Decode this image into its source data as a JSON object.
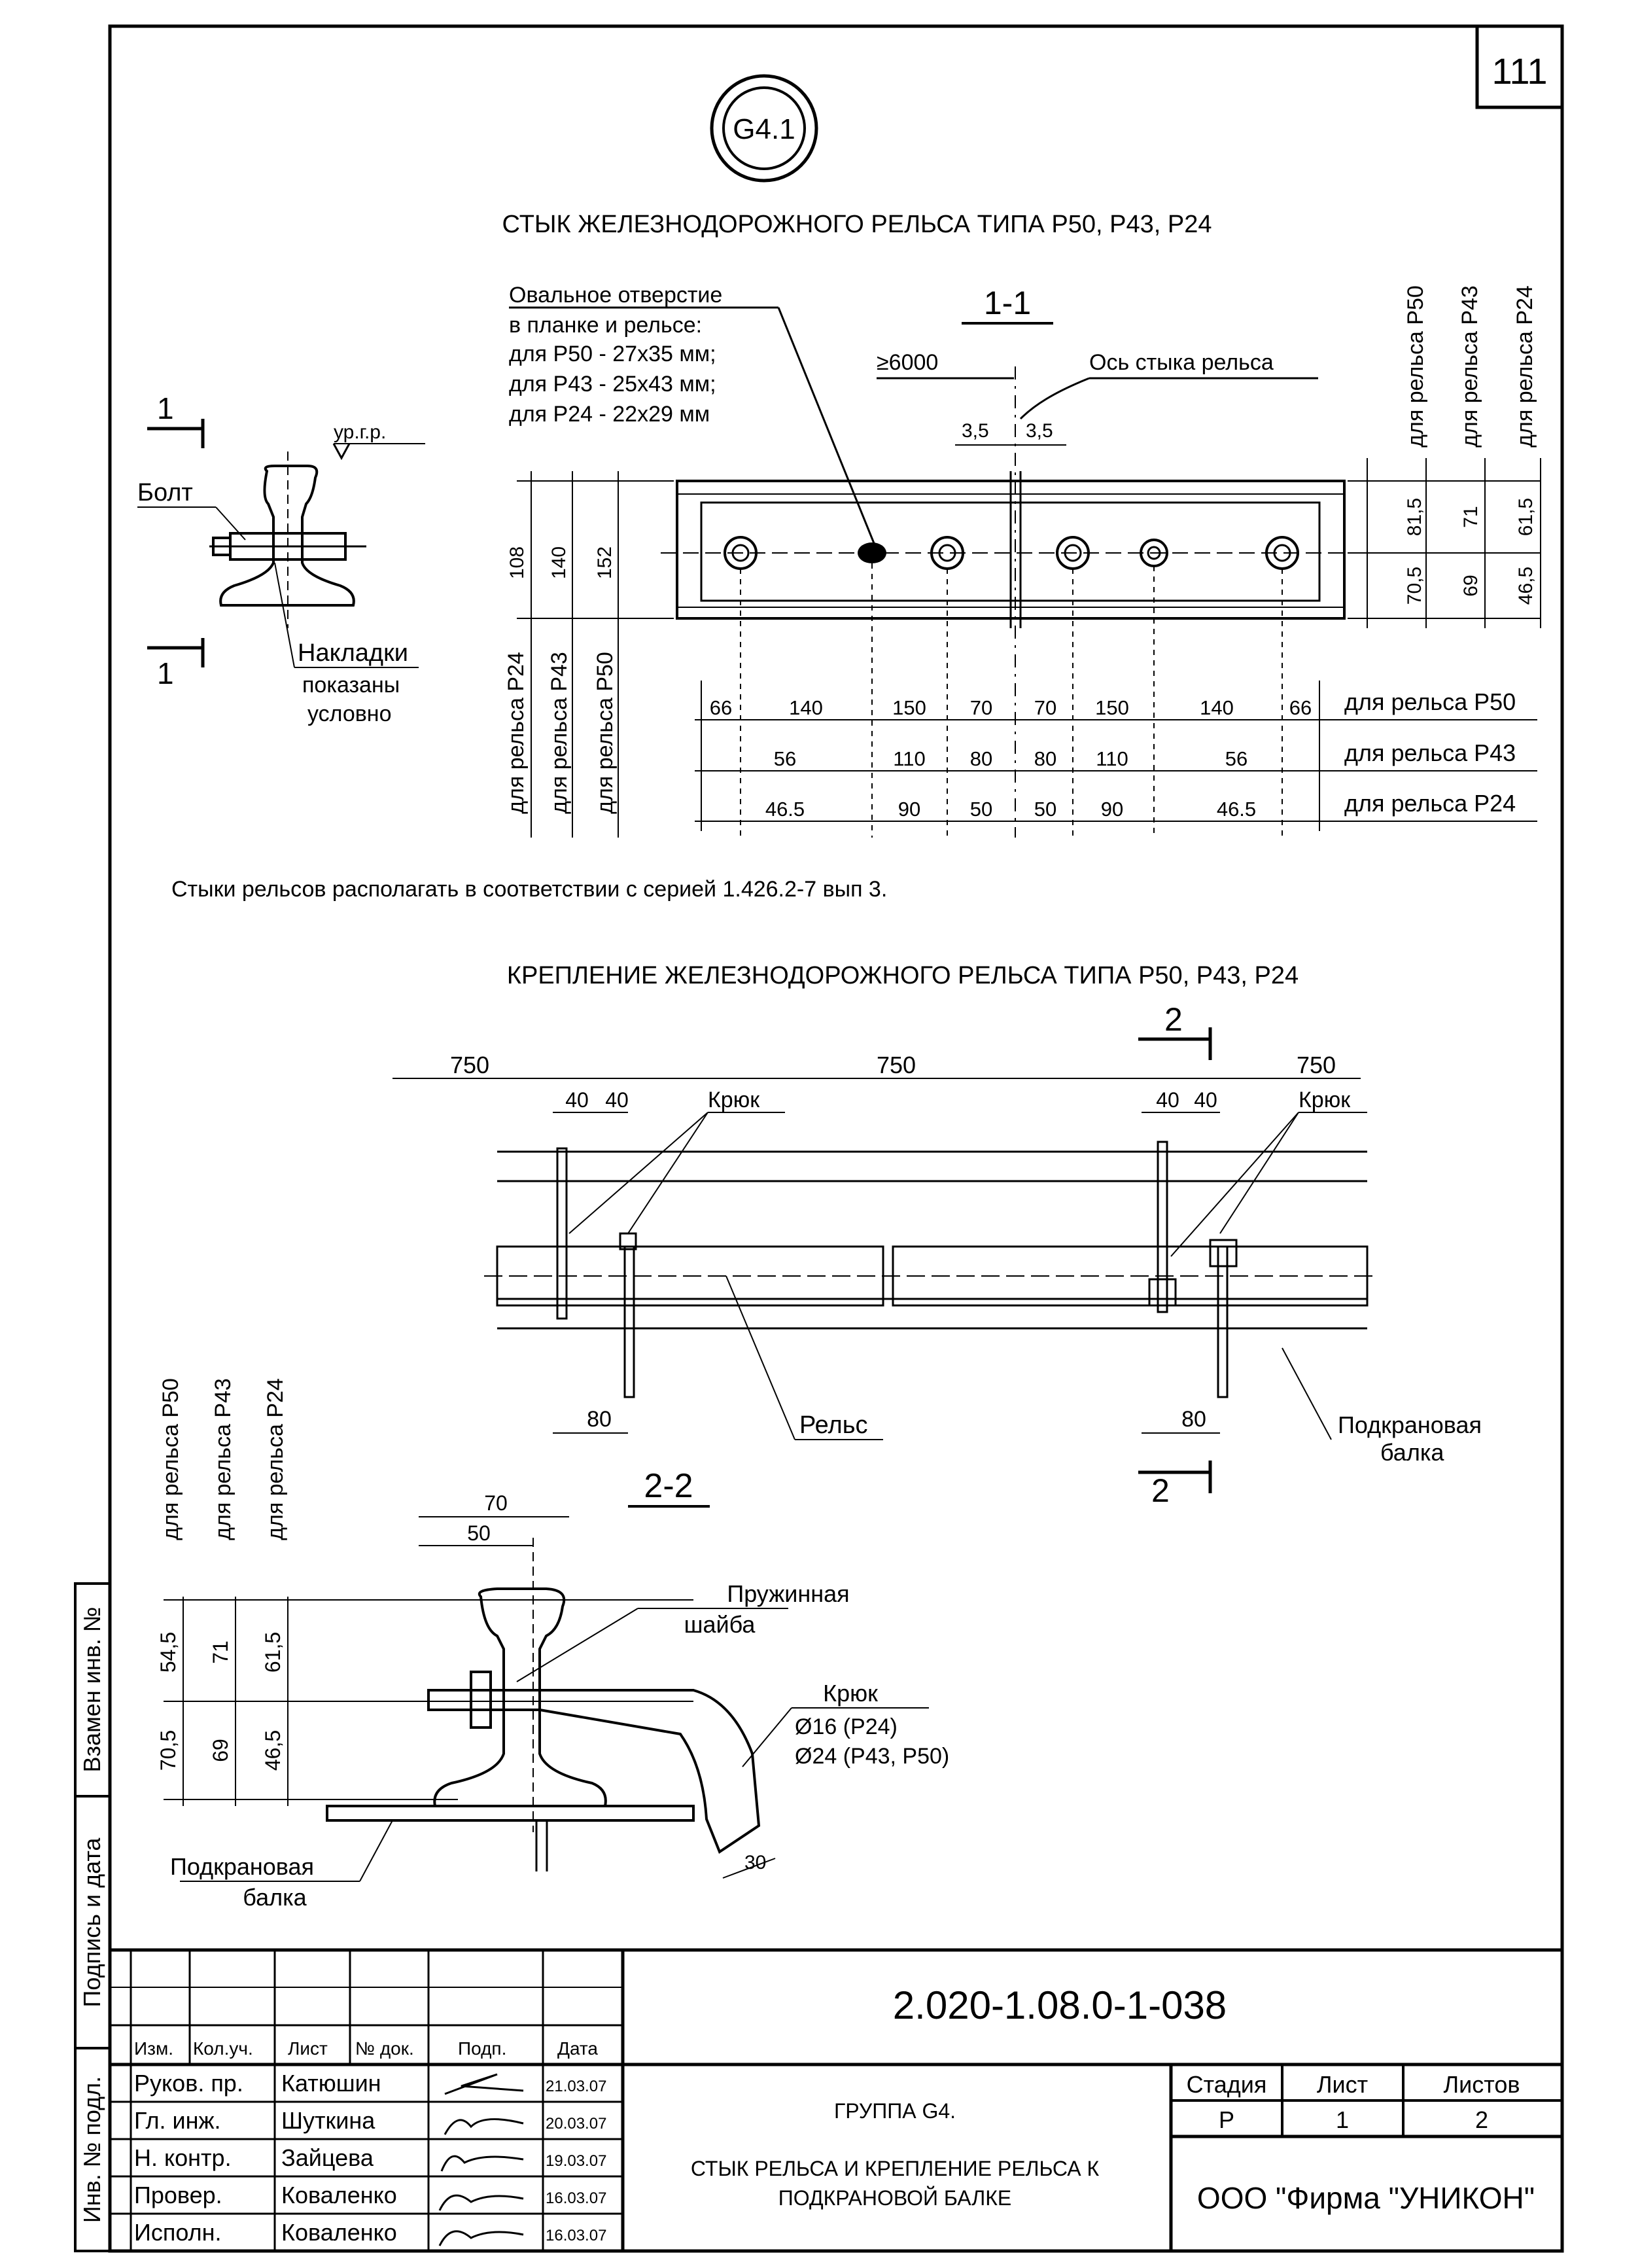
{
  "sheet_number": "111",
  "badge": "G4.1",
  "joint": {
    "title": "СТЫК ЖЕЛЕЗНОДОРОЖНОГО РЕЛЬСА ТИПА Р50, Р43, Р24",
    "note_lines": [
      "Овальное отверстие",
      "в планке и рельсе:",
      "для Р50 - 27x35 мм;",
      "для Р43 - 25x43 мм;",
      "для Р24 - 22x29 мм"
    ],
    "section_mark": "1",
    "section_1_1": "1-1",
    "min_len": "≥6000",
    "axis_label": "Ось стыка рельса",
    "gap_dims": [
      "3,5",
      "3,5"
    ],
    "level_label": "ур.г.р.",
    "bolt_label": "Болт",
    "overlay_label": [
      "Накладки",
      "показаны",
      "условно"
    ],
    "left_heights": [
      "108",
      "140",
      "152"
    ],
    "left_rail_labels": [
      "для рельса Р24",
      "для рельса Р43",
      "для рельса Р50"
    ],
    "right_rail_labels": [
      "для рельса Р50",
      "для рельса Р43",
      "для рельса Р24"
    ],
    "right_top_dims": [
      "81,5",
      "71",
      "61,5"
    ],
    "right_bot_dims": [
      "70,5",
      "69",
      "46,5"
    ],
    "row_p50": [
      "66",
      "140",
      "150",
      "70",
      "70",
      "150",
      "140",
      "66"
    ],
    "row_p43": [
      "56",
      "110",
      "80",
      "80",
      "110",
      "56"
    ],
    "row_p24": [
      "46.5",
      "90",
      "50",
      "50",
      "90",
      "46.5"
    ],
    "row_labels": [
      "для рельса Р50",
      "для рельса Р43",
      "для рельса Р24"
    ],
    "note": "Стыки рельсов располагать в соответствии с серией 1.426.2-7 вып 3."
  },
  "fastening": {
    "title": "КРЕПЛЕНИЕ ЖЕЛЕЗНОДОРОЖНОГО РЕЛЬСА ТИПА Р50, Р43, Р24",
    "spacing": [
      "750",
      "750",
      "750"
    ],
    "offsets": [
      "40",
      "40",
      "40",
      "40"
    ],
    "hook_label": "Крюк",
    "rail_label": "Рельс",
    "dim_80": [
      "80",
      "80"
    ],
    "beam_label": [
      "Подкрановая",
      "балка"
    ],
    "section_mark": "2"
  },
  "section2": {
    "title": "2-2",
    "dims_top": [
      "70",
      "50"
    ],
    "left_rail_labels": [
      "для рельса Р50",
      "для рельса Р43",
      "для рельса Р24"
    ],
    "top_dims": [
      "54,5",
      "71",
      "61,5"
    ],
    "bot_dims": [
      "70,5",
      "69",
      "46,5"
    ],
    "washer_label": [
      "Пружинная",
      "шайба"
    ],
    "hook_lines": [
      "Крюк",
      "Ø16 (Р24)",
      "Ø24 (Р43, Р50)"
    ],
    "dim_30": "30",
    "beam_label": [
      "Подкрановая",
      "балка"
    ]
  },
  "margin": [
    "Взамен инв. №",
    "Подпись и дата",
    "Инв. № подл."
  ],
  "title_block": {
    "doc_code": "2.020-1.08.0-1-038",
    "headers": [
      "Изм.",
      "Кол.уч.",
      "Лист",
      "№ док.",
      "Подп.",
      "Дата"
    ],
    "rows": [
      {
        "role": "Руков. пр.",
        "name": "Катюшин",
        "date": "21.03.07"
      },
      {
        "role": "Гл. инж.",
        "name": "Шуткина",
        "date": "20.03.07"
      },
      {
        "role": "Н. контр.",
        "name": "Зайцева",
        "date": "19.03.07"
      },
      {
        "role": "Провер.",
        "name": "Коваленко",
        "date": "16.03.07"
      },
      {
        "role": "Исполн.",
        "name": "Коваленко",
        "date": "16.03.07"
      }
    ],
    "group": "ГРУППА G4.",
    "desc_lines": [
      "СТЫК РЕЛЬСА И КРЕПЛЕНИЕ РЕЛЬСА К",
      "ПОДКРАНОВОЙ БАЛКЕ"
    ],
    "stage_head": [
      "Стадия",
      "Лист",
      "Листов"
    ],
    "stage_vals": [
      "Р",
      "1",
      "2"
    ],
    "org": "ООО  \"Фирма \"УНИКОН\""
  }
}
